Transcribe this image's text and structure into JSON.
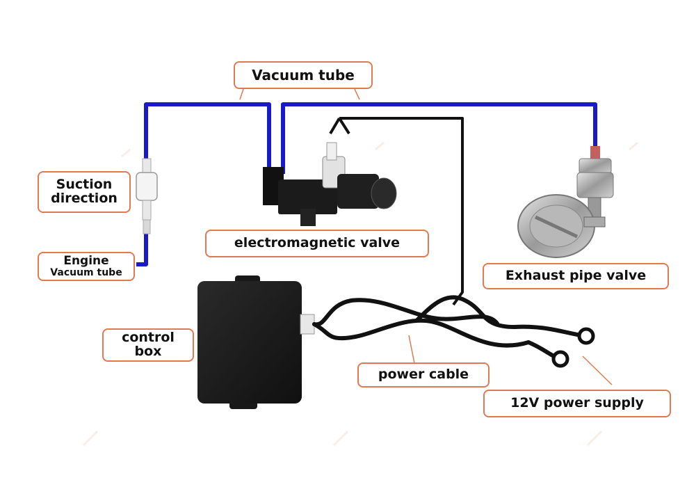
{
  "labels": {
    "vacuum_tube": "Vacuum tube",
    "suction_line1": "Suction",
    "suction_line2": "direction",
    "engine_line1": "Engine",
    "engine_line2": "Vacuum tube",
    "electromagnetic_valve": "electromagnetic valve",
    "exhaust_pipe_valve": "Exhaust pipe valve",
    "control_box_line1": "control",
    "control_box_line2": "box",
    "power_cable": "power cable",
    "power_supply": "12V power supply"
  },
  "colors": {
    "vacuum_tube": "#1a1ac8",
    "label_border": "#e07a50",
    "wire": "#111111",
    "control_box": "#1c1c1c"
  }
}
